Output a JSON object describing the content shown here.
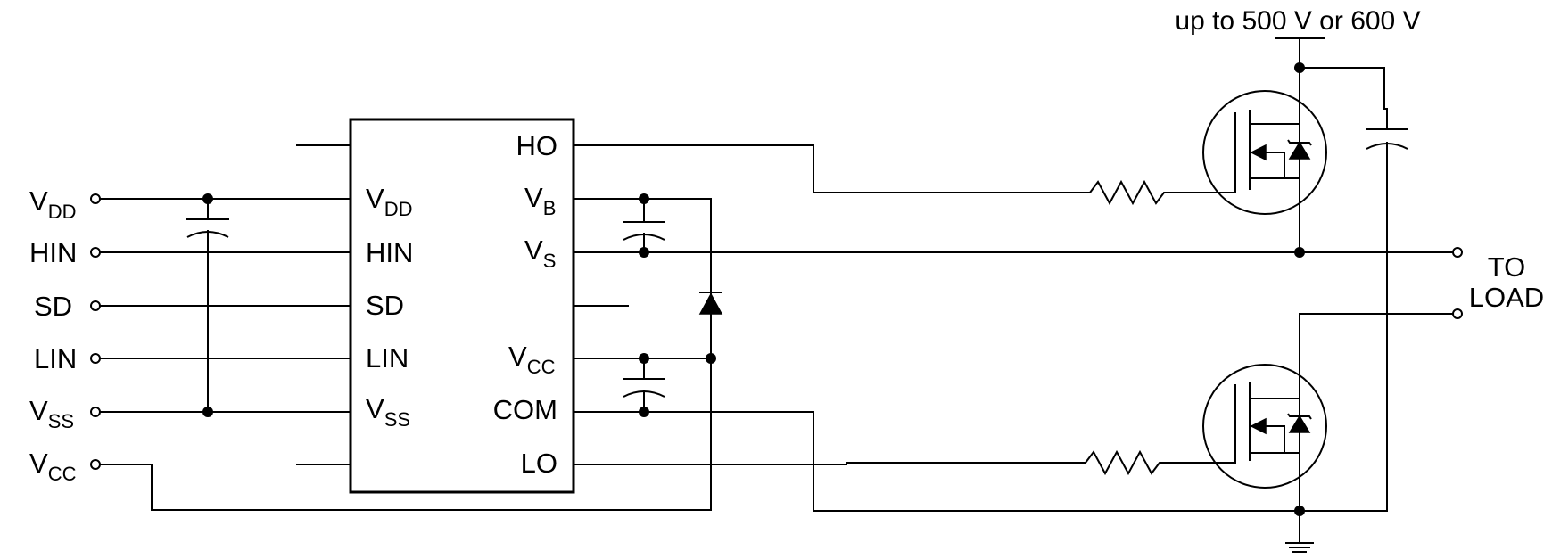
{
  "supply_label": "up to 500 V or 600 V",
  "load_label": [
    "TO",
    "LOAD"
  ],
  "inputs": [
    {
      "main": "V",
      "sub": "DD"
    },
    {
      "main": "HIN",
      "sub": ""
    },
    {
      "main": "SD",
      "sub": ""
    },
    {
      "main": "LIN",
      "sub": ""
    },
    {
      "main": "V",
      "sub": "SS"
    },
    {
      "main": "V",
      "sub": "CC"
    }
  ],
  "ic_left_pins": [
    {
      "main": "V",
      "sub": "DD"
    },
    {
      "main": "HIN",
      "sub": ""
    },
    {
      "main": "SD",
      "sub": ""
    },
    {
      "main": "LIN",
      "sub": ""
    },
    {
      "main": "V",
      "sub": "SS"
    }
  ],
  "ic_right_pins": [
    {
      "main": "HO",
      "sub": ""
    },
    {
      "main": "V",
      "sub": "B"
    },
    {
      "main": "V",
      "sub": "S"
    },
    {
      "main": "V",
      "sub": "CC"
    },
    {
      "main": "COM",
      "sub": ""
    },
    {
      "main": "LO",
      "sub": ""
    }
  ]
}
